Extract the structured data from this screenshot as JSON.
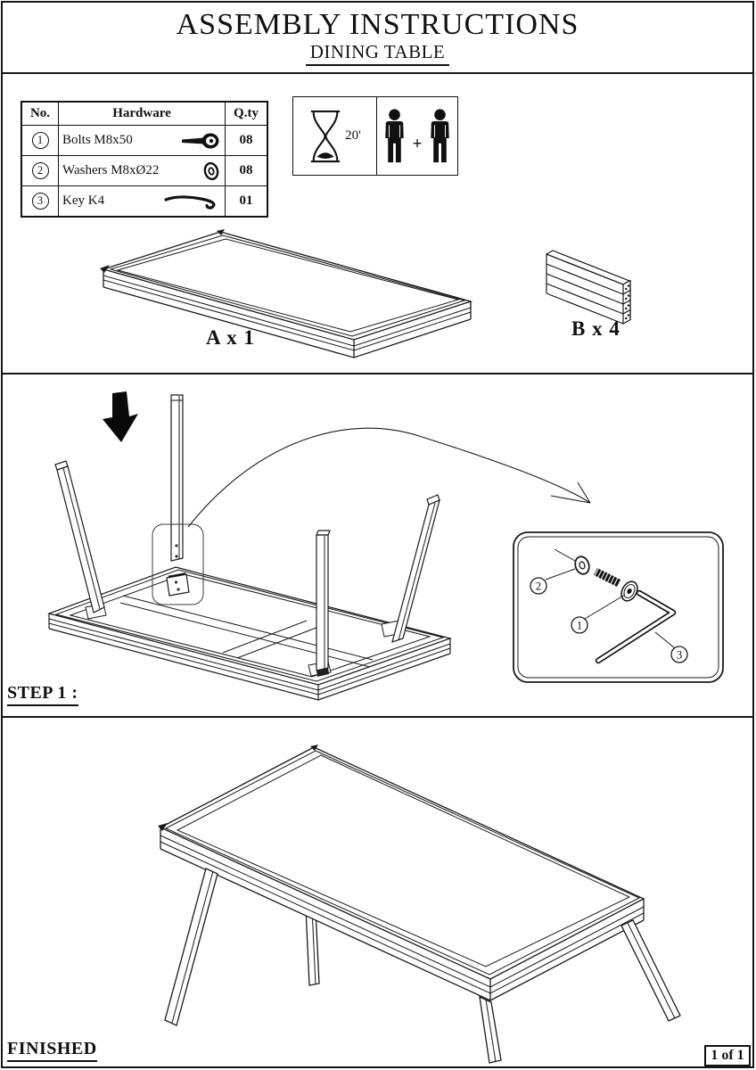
{
  "header": {
    "title": "ASSEMBLY INSTRUCTIONS",
    "subtitle": "DINING TABLE"
  },
  "hardware_table": {
    "headers": {
      "no": "No.",
      "hardware": "Hardware",
      "qty": "Q.ty"
    },
    "rows": [
      {
        "no": "1",
        "name": "Bolts M8x50",
        "icon": "bolt-icon",
        "qty": "08"
      },
      {
        "no": "2",
        "name": "Washers M8xØ22",
        "icon": "washer-icon",
        "qty": "08"
      },
      {
        "no": "3",
        "name": "Key K4",
        "icon": "allen-key-icon",
        "qty": "01"
      }
    ]
  },
  "info_box": {
    "assembly_time": "20'",
    "people_plus": "+",
    "people_count": 2
  },
  "parts": [
    {
      "id": "A",
      "label": "A x 1",
      "description": "table top"
    },
    {
      "id": "B",
      "label": "B x 4",
      "description": "legs"
    }
  ],
  "step": {
    "label": "STEP 1 :",
    "callout_refs": [
      "2",
      "1",
      "3"
    ]
  },
  "finished": {
    "label": "FINISHED",
    "page_number": "1 of 1"
  },
  "colors": {
    "line": "#1a1a1a",
    "background": "#ffffff"
  }
}
